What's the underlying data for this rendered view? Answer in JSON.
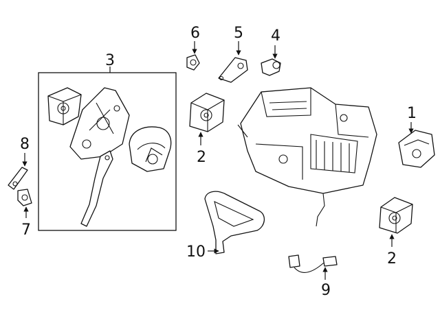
{
  "callouts": {
    "c1": "1",
    "c2a": "2",
    "c2b": "2",
    "c3": "3",
    "c4": "4",
    "c5": "5",
    "c6": "6",
    "c7": "7",
    "c8": "8",
    "c9": "9",
    "c10": "10"
  }
}
